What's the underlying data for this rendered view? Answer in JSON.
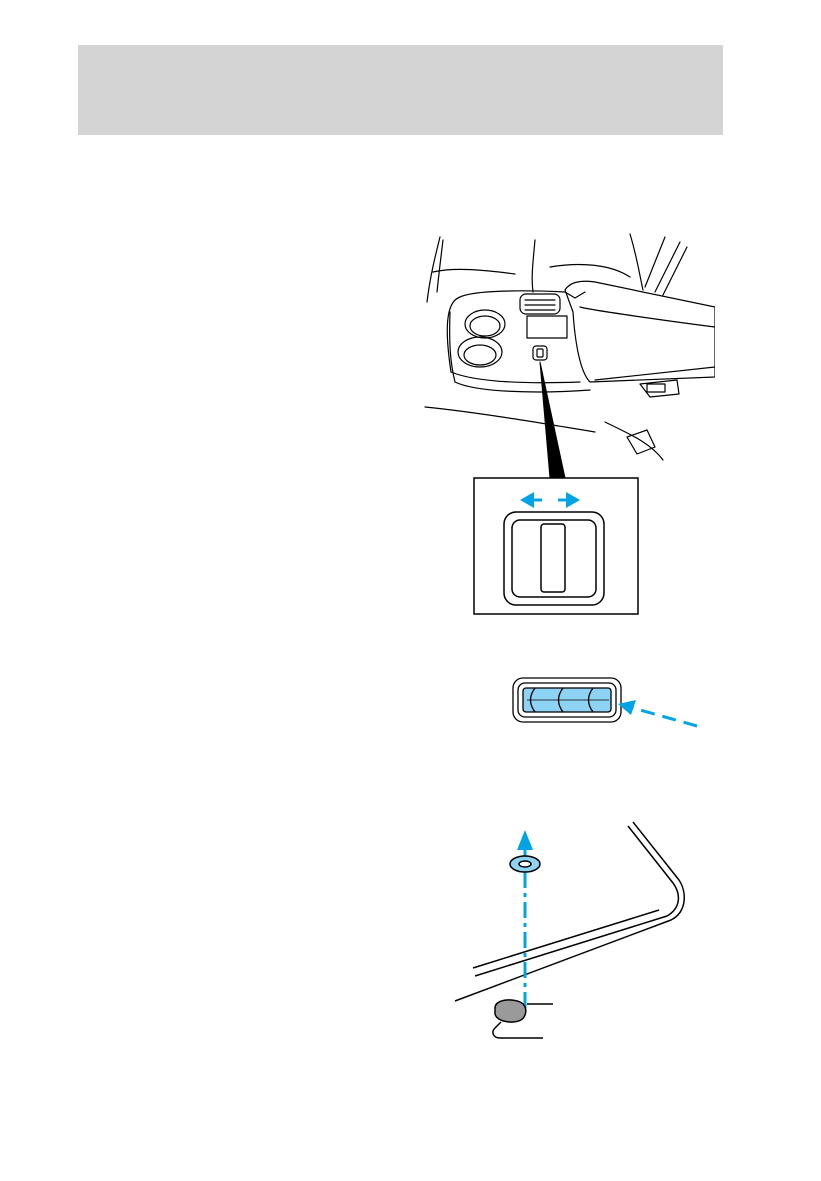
{
  "page": {
    "header_band_color": "#d4d4d4",
    "accent_color": "#00a4e4",
    "lens_fill_color": "#8fd3f4",
    "line_color": "#000000"
  },
  "illustrations": [
    {
      "name": "center-console-switch-location",
      "icon": "console-overview"
    },
    {
      "name": "sliding-switch-detail",
      "icon": "slide-switch",
      "arrow": "double-headed-horizontal"
    },
    {
      "name": "lamp-lens-removal",
      "icon": "lens-pry"
    },
    {
      "name": "dome-lamp-bulb-replacement",
      "icon": "bulb-up"
    }
  ]
}
